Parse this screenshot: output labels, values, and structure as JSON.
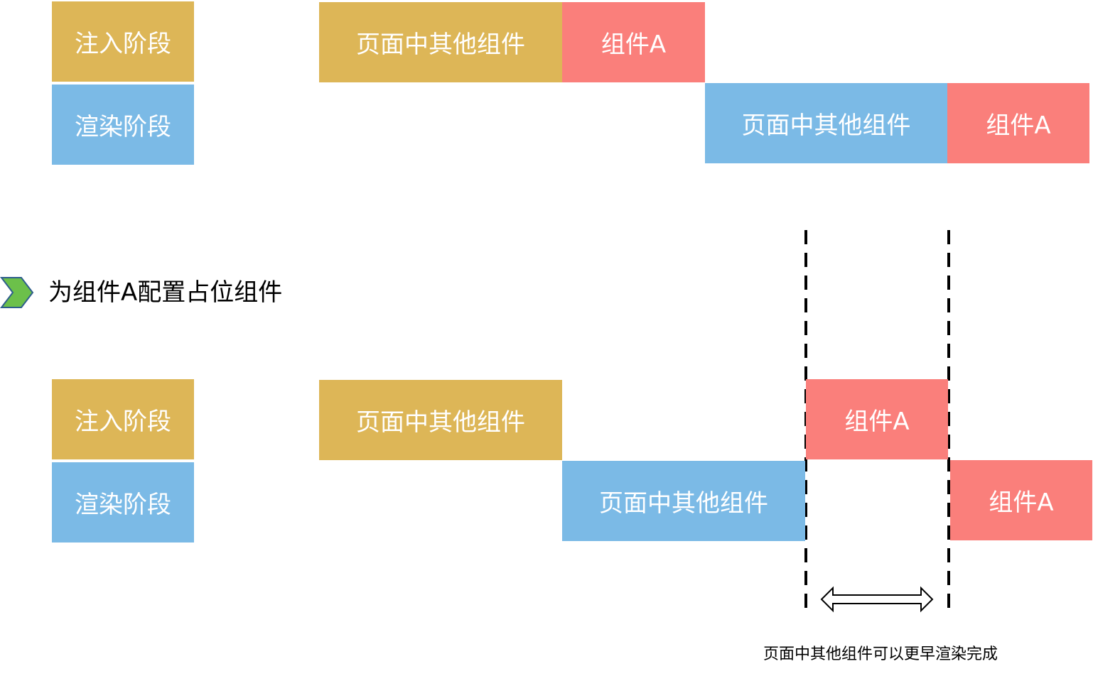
{
  "top": {
    "inject_label": "注入阶段",
    "render_label": "渲染阶段",
    "inject_other": "页面中其他组件",
    "inject_a": "组件A",
    "render_other": "页面中其他组件",
    "render_a": "组件A"
  },
  "section": {
    "title": "为组件A配置占位组件"
  },
  "bottom": {
    "inject_label": "注入阶段",
    "render_label": "渲染阶段",
    "inject_other": "页面中其他组件",
    "inject_a": "组件A",
    "render_other": "页面中其他组件",
    "render_a": "组件A"
  },
  "caption": "页面中其他组件可以更早渲染完成",
  "colors": {
    "inject": "#DDB657",
    "render": "#7BBAE6",
    "component_a": "#FA7F7B",
    "bullet": "#6CC04A"
  },
  "icons": {
    "bullet": "chevron-right-icon",
    "span": "double-arrow-icon"
  }
}
